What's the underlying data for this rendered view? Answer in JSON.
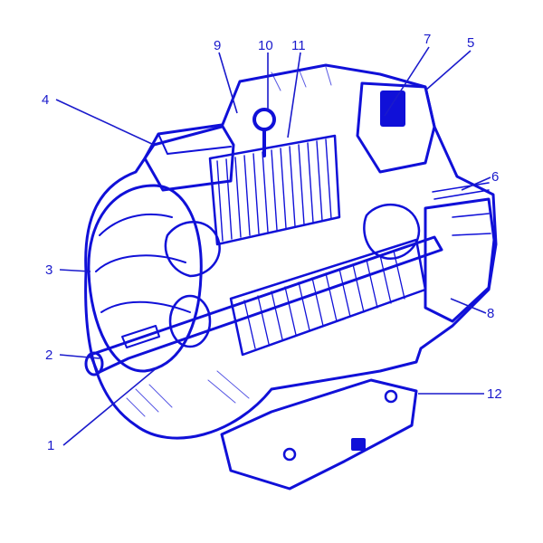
{
  "colors": {
    "ink": "#1010d8",
    "label": "#1a1acc",
    "background": "#ffffff"
  },
  "labels": [
    {
      "id": "1",
      "text": "1"
    },
    {
      "id": "2",
      "text": "2"
    },
    {
      "id": "3",
      "text": "3"
    },
    {
      "id": "4",
      "text": "4"
    },
    {
      "id": "5",
      "text": "5"
    },
    {
      "id": "6",
      "text": "6"
    },
    {
      "id": "7",
      "text": "7"
    },
    {
      "id": "8",
      "text": "8"
    },
    {
      "id": "9",
      "text": "9"
    },
    {
      "id": "10",
      "text": "10"
    },
    {
      "id": "11",
      "text": "11"
    },
    {
      "id": "12",
      "text": "12"
    }
  ]
}
